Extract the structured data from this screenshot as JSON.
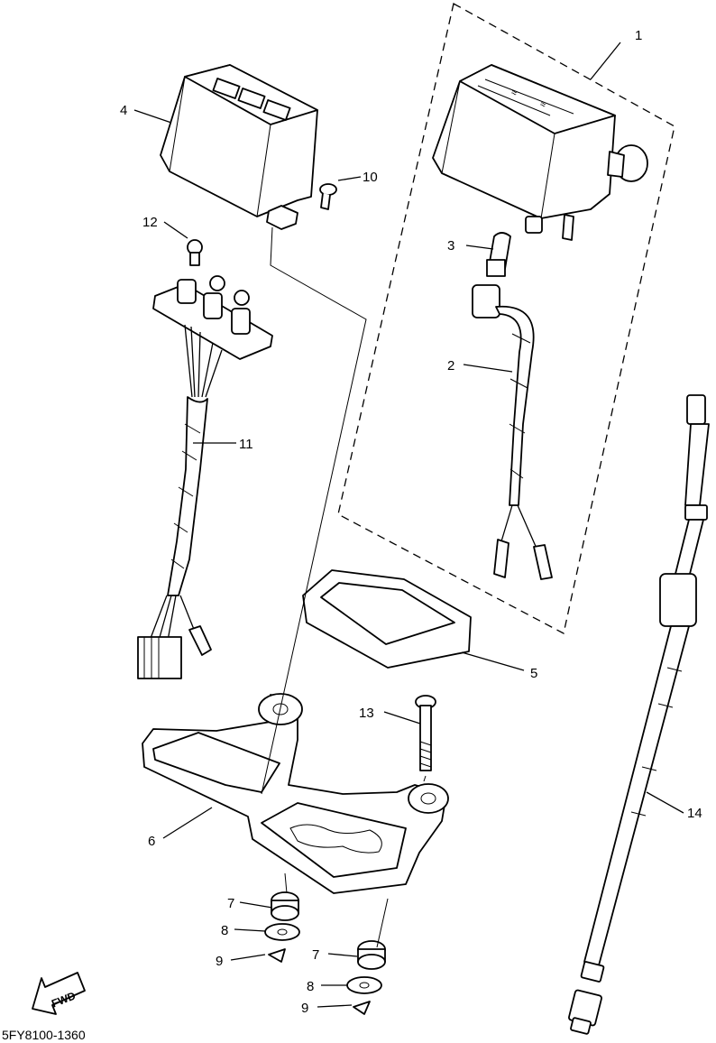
{
  "callouts": {
    "c1": "1",
    "c2": "2",
    "c3": "3",
    "c4": "4",
    "c5": "5",
    "c6": "6",
    "c7a": "7",
    "c7b": "7",
    "c8a": "8",
    "c8b": "8",
    "c9a": "9",
    "c9b": "9",
    "c10": "10",
    "c11": "11",
    "c12": "12",
    "c13": "13",
    "c14": "14"
  },
  "fwd_label": "FWD",
  "diagram_code": "5FY8100-1360"
}
